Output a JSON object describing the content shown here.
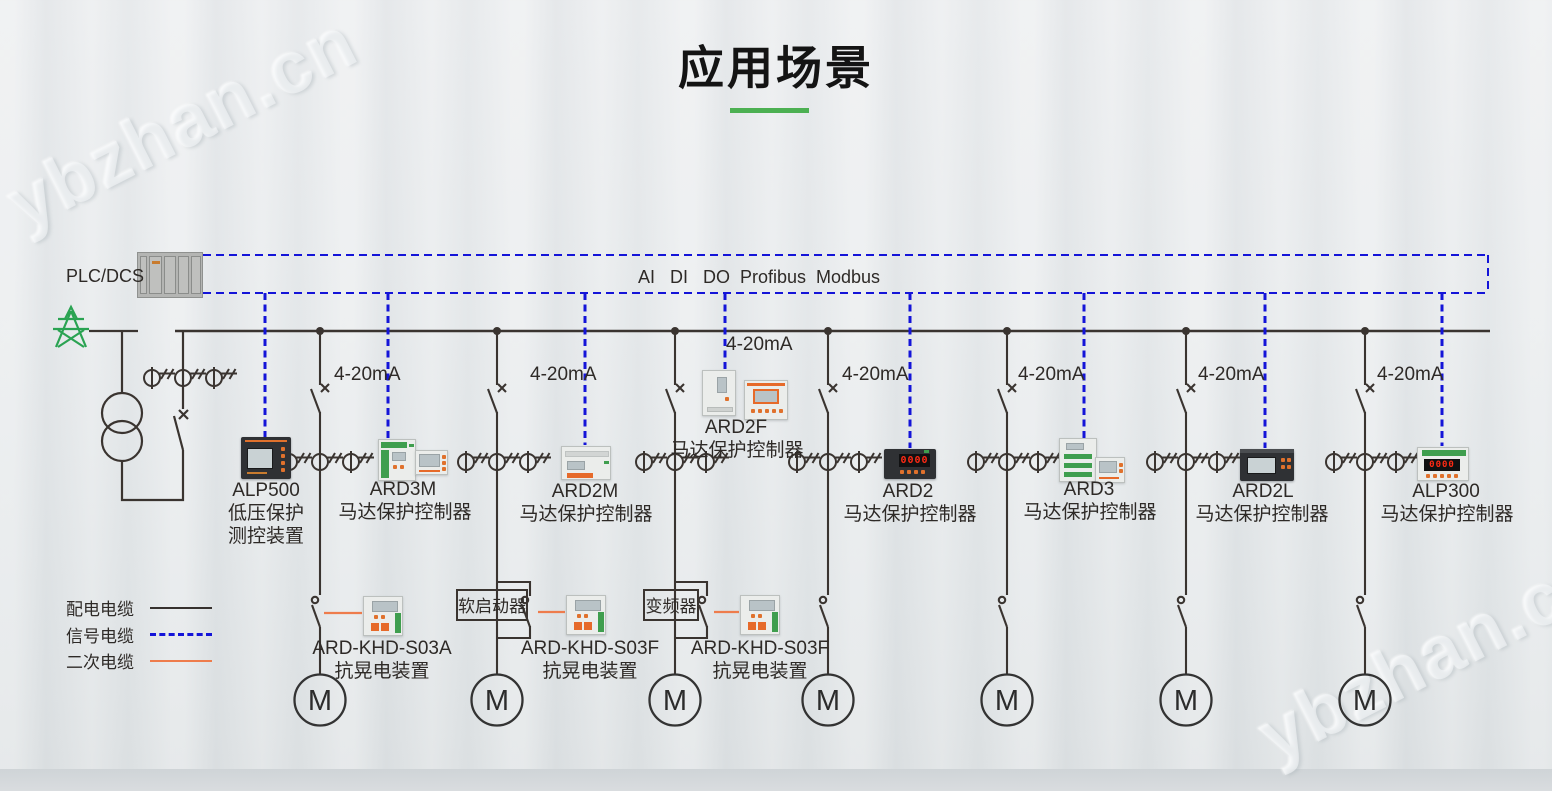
{
  "title": "应用场景",
  "plc_label": "PLC/DCS",
  "protocols": "AI   DI   DO  Profibus  Modbus",
  "ma_label": "4-20mA",
  "motor_label": "M",
  "watermark": "ybzhan.cn",
  "colors": {
    "accent_green": "#4cb052",
    "signal_blue": "#1414d8",
    "secondary_orange": "#ee7c4c",
    "line_dark": "#3a3430",
    "tower_green": "#2aa352"
  },
  "legend": {
    "items": [
      {
        "label": "配电电缆",
        "style": "solid-black"
      },
      {
        "label": "信号电缆",
        "style": "dashed-blue"
      },
      {
        "label": "二次电缆",
        "style": "solid-orange"
      }
    ]
  },
  "devices": [
    {
      "model": "ALP500",
      "desc1": "低压保护",
      "desc2": "测控装置"
    },
    {
      "model": "ARD3M",
      "desc": "马达保护控制器"
    },
    {
      "model": "ARD2M",
      "desc": "马达保护控制器"
    },
    {
      "model": "ARD2F",
      "desc": "马达保护控制器"
    },
    {
      "model": "ARD2",
      "desc": "马达保护控制器"
    },
    {
      "model": "ARD3",
      "desc": "马达保护控制器"
    },
    {
      "model": "ARD2L",
      "desc": "马达保护控制器"
    },
    {
      "model": "ALP300",
      "desc": "马达保护控制器"
    }
  ],
  "khd_devices": [
    {
      "model": "ARD-KHD-S03A",
      "desc": "抗晃电装置"
    },
    {
      "model": "ARD-KHD-S03F",
      "desc": "抗晃电装置"
    },
    {
      "model": "ARD-KHD-S03F",
      "desc": "抗晃电装置"
    }
  ],
  "inline_boxes": [
    {
      "label": "软启动器"
    },
    {
      "label": "变频器"
    }
  ],
  "display_values": {
    "ard2": "0000",
    "alp300": "0000"
  }
}
